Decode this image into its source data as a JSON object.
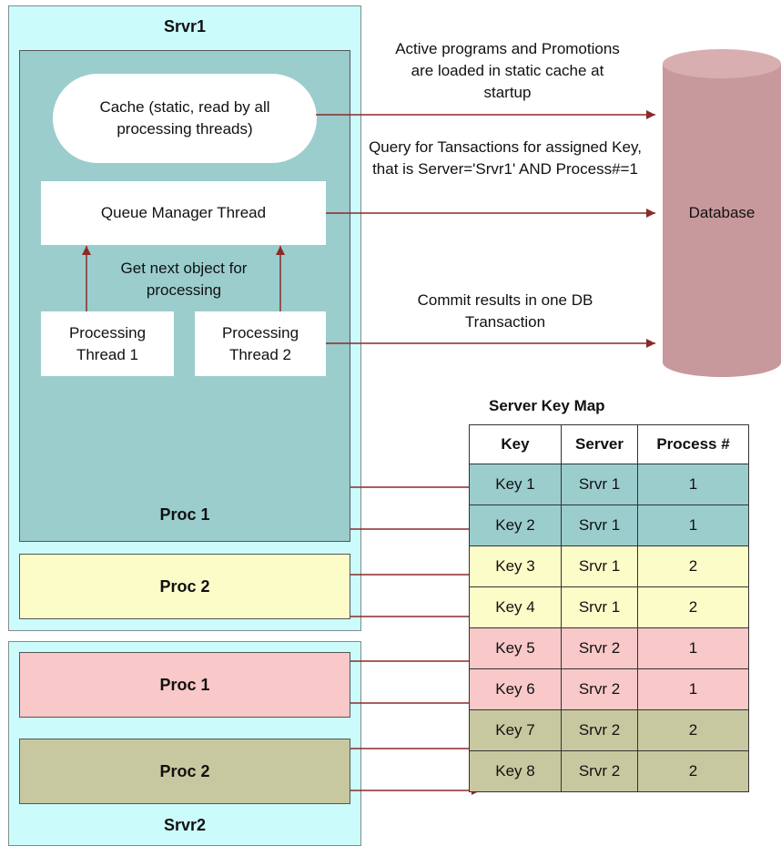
{
  "colors": {
    "server_bg": "#ccfbfc",
    "proc1_srvr1": "#9bcdcd",
    "proc2_srvr1": "#fcfcc8",
    "proc1_srvr2": "#f9c8c8",
    "proc2_srvr2": "#c8c8a0",
    "arrow": "#8b2a2a",
    "database": "#c8999c"
  },
  "srvr1": {
    "title": "Srvr1",
    "cache": "Cache (static, read by all processing threads)",
    "queue_manager": "Queue Manager Thread",
    "get_next": "Get next object for processing",
    "thread1": "Processing Thread 1",
    "thread2": "Processing Thread 2",
    "proc1": "Proc 1",
    "proc2": "Proc 2"
  },
  "srvr2": {
    "title": "Srvr2",
    "proc1": "Proc 1",
    "proc2": "Proc 2"
  },
  "database": "Database",
  "notes": {
    "cache_load": "Active programs and Promotions are loaded in static cache at startup",
    "query": "Query for Tansactions for assigned Key, that is Server='Srvr1' AND Process#=1",
    "commit": "Commit results in one DB Transaction"
  },
  "key_map": {
    "title": "Server Key Map",
    "headers": [
      "Key",
      "Server",
      "Process #"
    ],
    "rows": [
      [
        "Key 1",
        "Srvr 1",
        "1"
      ],
      [
        "Key 2",
        "Srvr 1",
        "1"
      ],
      [
        "Key 3",
        "Srvr 1",
        "2"
      ],
      [
        "Key 4",
        "Srvr 1",
        "2"
      ],
      [
        "Key 5",
        "Srvr 2",
        "1"
      ],
      [
        "Key 6",
        "Srvr 2",
        "1"
      ],
      [
        "Key 7",
        "Srvr 2",
        "2"
      ],
      [
        "Key 8",
        "Srvr 2",
        "2"
      ]
    ]
  }
}
